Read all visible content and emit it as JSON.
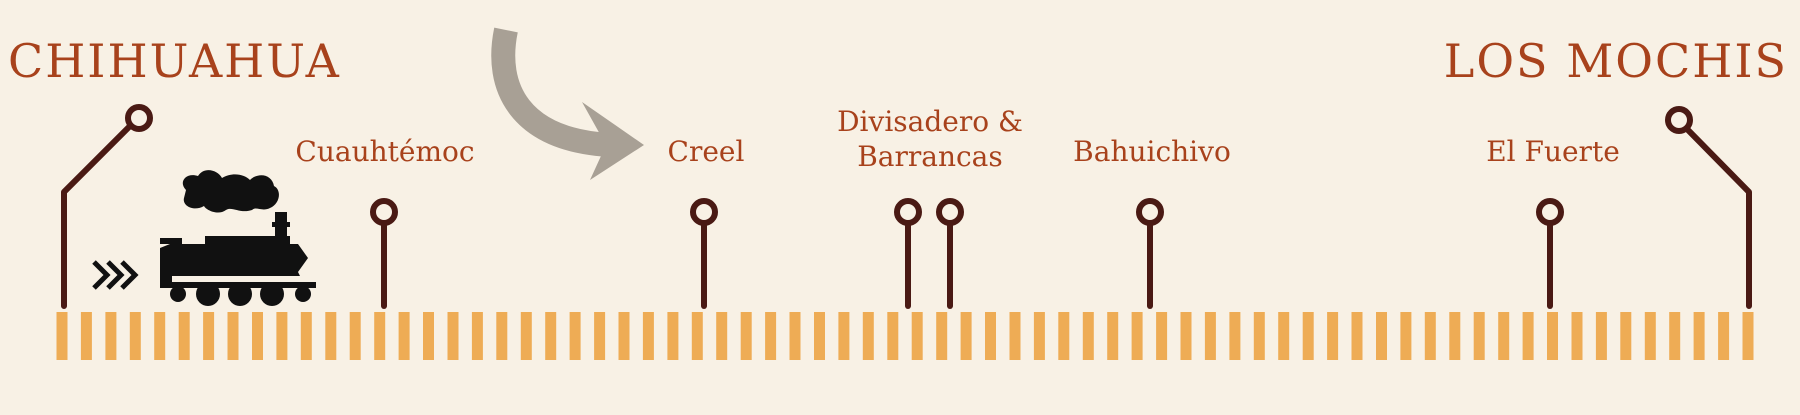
{
  "route": {
    "origin": "CHIHUAHUA",
    "destination": "LOS MOCHIS",
    "stations": [
      {
        "name": [
          "Cuauhtémoc"
        ]
      },
      {
        "name": [
          "Creel"
        ]
      },
      {
        "name": [
          "Divisadero &",
          "Barrancas"
        ]
      },
      {
        "name": [
          "Bahuichivo"
        ]
      },
      {
        "name": [
          "El Fuerte"
        ]
      }
    ]
  },
  "icons": [
    "locomotive-icon",
    "direction-arrow-icon",
    "chevrons-icon"
  ],
  "colors": {
    "background": "#f8f1e5",
    "text": "#a8421c",
    "pin": "#4a1a14",
    "track": "#eeac55",
    "arrow": "#a8a095",
    "train": "#111111"
  }
}
